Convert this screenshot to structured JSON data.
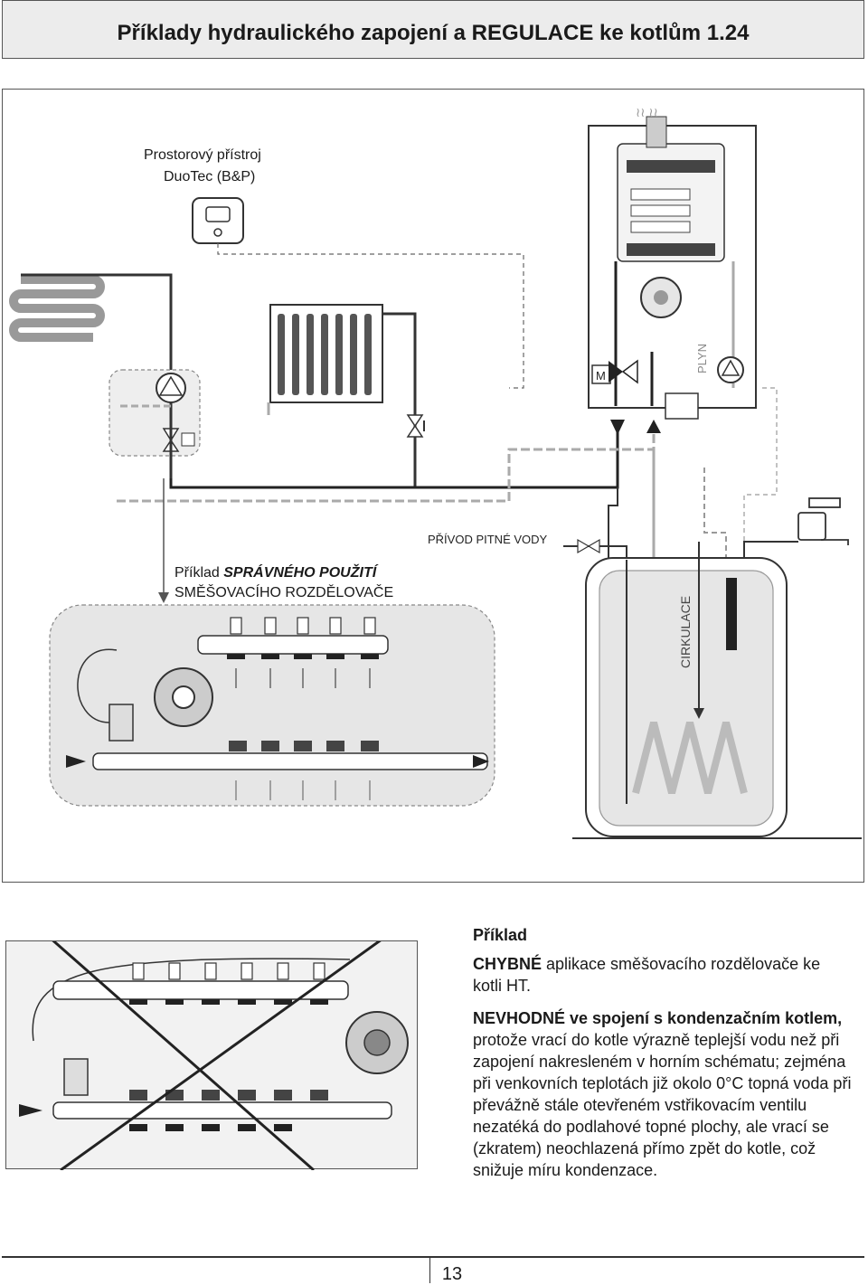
{
  "header": {
    "title": "Příklady hydraulického zapojení a REGULACE ke kotlům 1.24"
  },
  "upper": {
    "room_device_line1": "Prostorový přístroj",
    "room_device_line2": "DuoTec (B&P)",
    "motor_label": "M",
    "gas_label": "PLYN",
    "potable_water_label": "PŘÍVOD PITNÉ VODY",
    "circulation_label": "CIRKULACE",
    "correct_prefix": "Příklad ",
    "correct_emph": "SPRÁVNÉHO POUŽITÍ",
    "correct_line2": "SMĚŠOVACÍHO ROZDĚLOVAČE"
  },
  "lower": {
    "heading": "Příklad",
    "wrong_bold": "CHYBNÉ",
    "wrong_rest": " aplikace směšovacího rozdělovače ke kotli HT.",
    "unsuitable_bold": "NEVHODNÉ ve spojení s kondenzačním kotlem,",
    "unsuitable_rest": " protože vrací do kotle výrazně teplejší vodu než při zapojení nakresleném v horním schématu; zejména při venkovních teplotách již okolo 0°C topná voda při převážně stále otevřeném vstřikovacím ventilu nezatéká do podlahové topné plochy, ale vrací se (zkratem) neochlazená přímo zpět do kotle, což snižuje míru kondenzace."
  },
  "footer": {
    "page_number": "13"
  }
}
